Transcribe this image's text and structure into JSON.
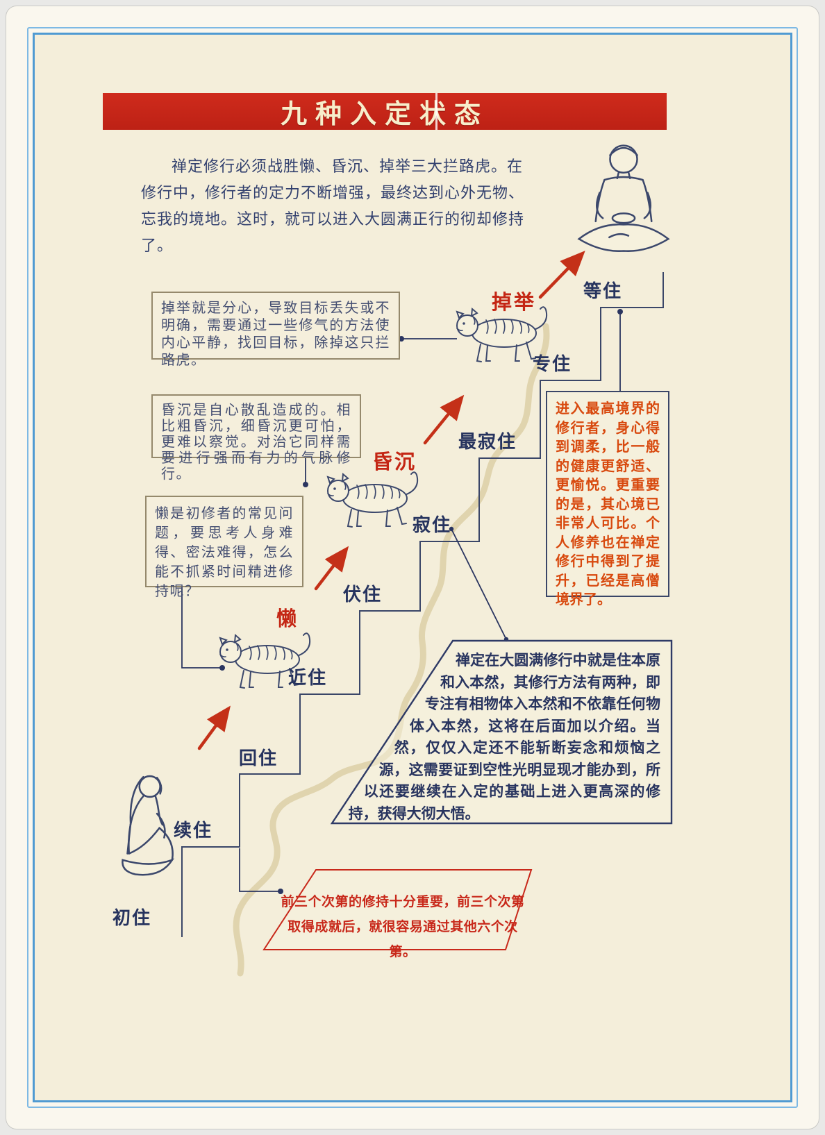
{
  "page": {
    "title": "九种入定状态"
  },
  "intro": {
    "text": "禅定修行必须战胜懒、昏沉、掉举三大拦路虎。在修行中，修行者的定力不断增强，最终达到心外无物、忘我的境地。这时，就可以进入大圆满正行的彻却修持了。"
  },
  "stages": [
    {
      "label": "初住"
    },
    {
      "label": "续住"
    },
    {
      "label": "回住"
    },
    {
      "label": "近住"
    },
    {
      "label": "伏住"
    },
    {
      "label": "寂住"
    },
    {
      "label": "最寂住"
    },
    {
      "label": "专住"
    },
    {
      "label": "等住"
    }
  ],
  "obstacles": [
    {
      "label": "懒",
      "note": "懒是初修者的常见问题，要思考人身难得、密法难得，怎么能不抓紧时间精进修持呢？"
    },
    {
      "label": "昏沉",
      "note": "昏沉是自心散乱造成的。相比粗昏沉，细昏沉更可怕，更难以察觉。对治它同样需要进行强而有力的气脉修行。"
    },
    {
      "label": "掉举",
      "note": "掉举就是分心，导致目标丢失或不明确，需要通过一些修气的方法使内心平静，找回目标，除掉这只拦路虎。"
    }
  ],
  "notes": {
    "highest": "进入最高境界的修行者，身心得到调柔，比一般的健康更舒适、更愉悦。更重要的是，其心境已非常人可比。个人修养也在禅定修行中得到了提升，已经是高僧境界了。",
    "method": "禅定在大圆满修行中就是住本原和入本然，其修行方法有两种，即专注有相物体入本然和不依靠任何物体入本然，这将在后面加以介绍。当然，仅仅入定还不能斩断妄念和烦恼之源，这需要证到空性光明显现才能办到，所以还要继续在入定的基础上进入更高深的修持，获得大彻大悟。",
    "first_three": "前三个次第的修持十分重要，前三个次第取得成就后，就很容易通过其他六个次第。"
  },
  "colors": {
    "banner_red": "#c4271c",
    "navy": "#2a3560",
    "obstacle_red": "#c42614",
    "note_orange": "#d8490e",
    "frame_blue": "#4f9ad2",
    "paper": "#f4eeda"
  }
}
